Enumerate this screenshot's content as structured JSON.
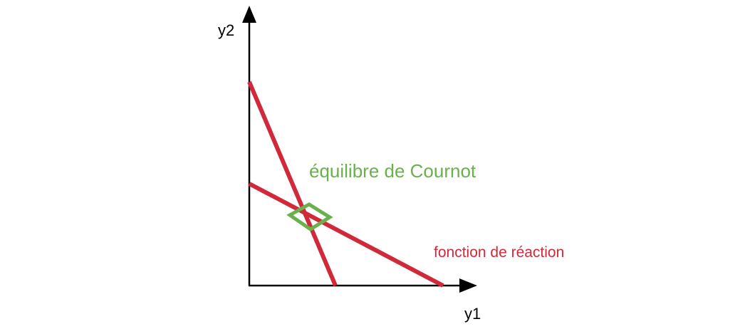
{
  "axes": {
    "x_label": "y1",
    "y_label": "y2"
  },
  "labels": {
    "equilibrium": "équilibre de Cournot",
    "reaction_function": "fonction de réaction"
  },
  "colors": {
    "reaction_line": "#d02a3a",
    "equilibrium": "#6ab04c",
    "axis": "#000000"
  }
}
